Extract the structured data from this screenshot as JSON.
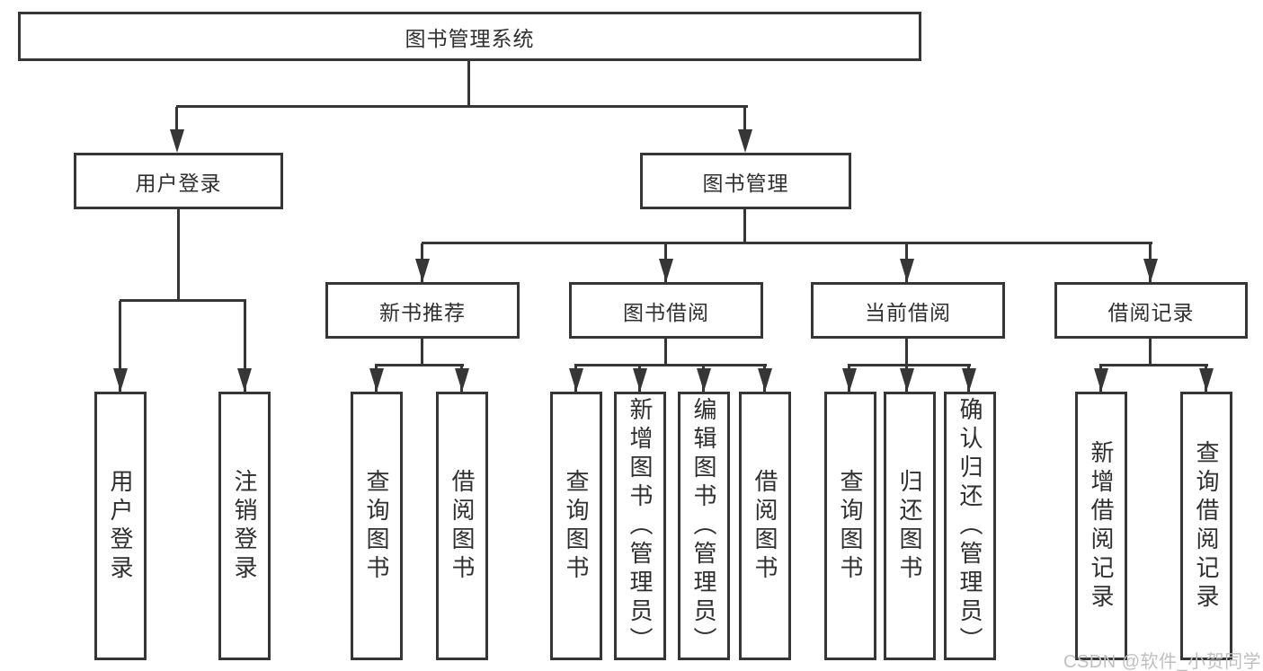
{
  "diagram": {
    "nodes": {
      "root": "图书管理系统",
      "user_login": "用户登录",
      "book_mgmt": "图书管理",
      "new_book_rec": "新书推荐",
      "book_borrow": "图书借阅",
      "current_borrow": "当前借阅",
      "borrow_record": "借阅记录",
      "leaf_user_login": "用户登录",
      "leaf_logout": "注销登录",
      "leaf_nbr_query": "查询图书",
      "leaf_nbr_borrow": "借阅图书",
      "leaf_bb_query": "查询图书",
      "leaf_bb_add": "新增图书（管理员）",
      "leaf_bb_edit": "编辑图书（管理员）",
      "leaf_bb_borrow": "借阅图书",
      "leaf_cb_query": "查询图书",
      "leaf_cb_return": "归还图书",
      "leaf_cb_confirm": "确认归还（管理员）",
      "leaf_br_add": "新增借阅记录",
      "leaf_br_query": "查询借阅记录"
    }
  },
  "watermark": {
    "text": "CSDN @软件_小贺同学"
  },
  "colors": {
    "line": "#363636",
    "text": "#2f2f2f",
    "watermark": "#c0c0c0",
    "background": "#ffffff"
  }
}
